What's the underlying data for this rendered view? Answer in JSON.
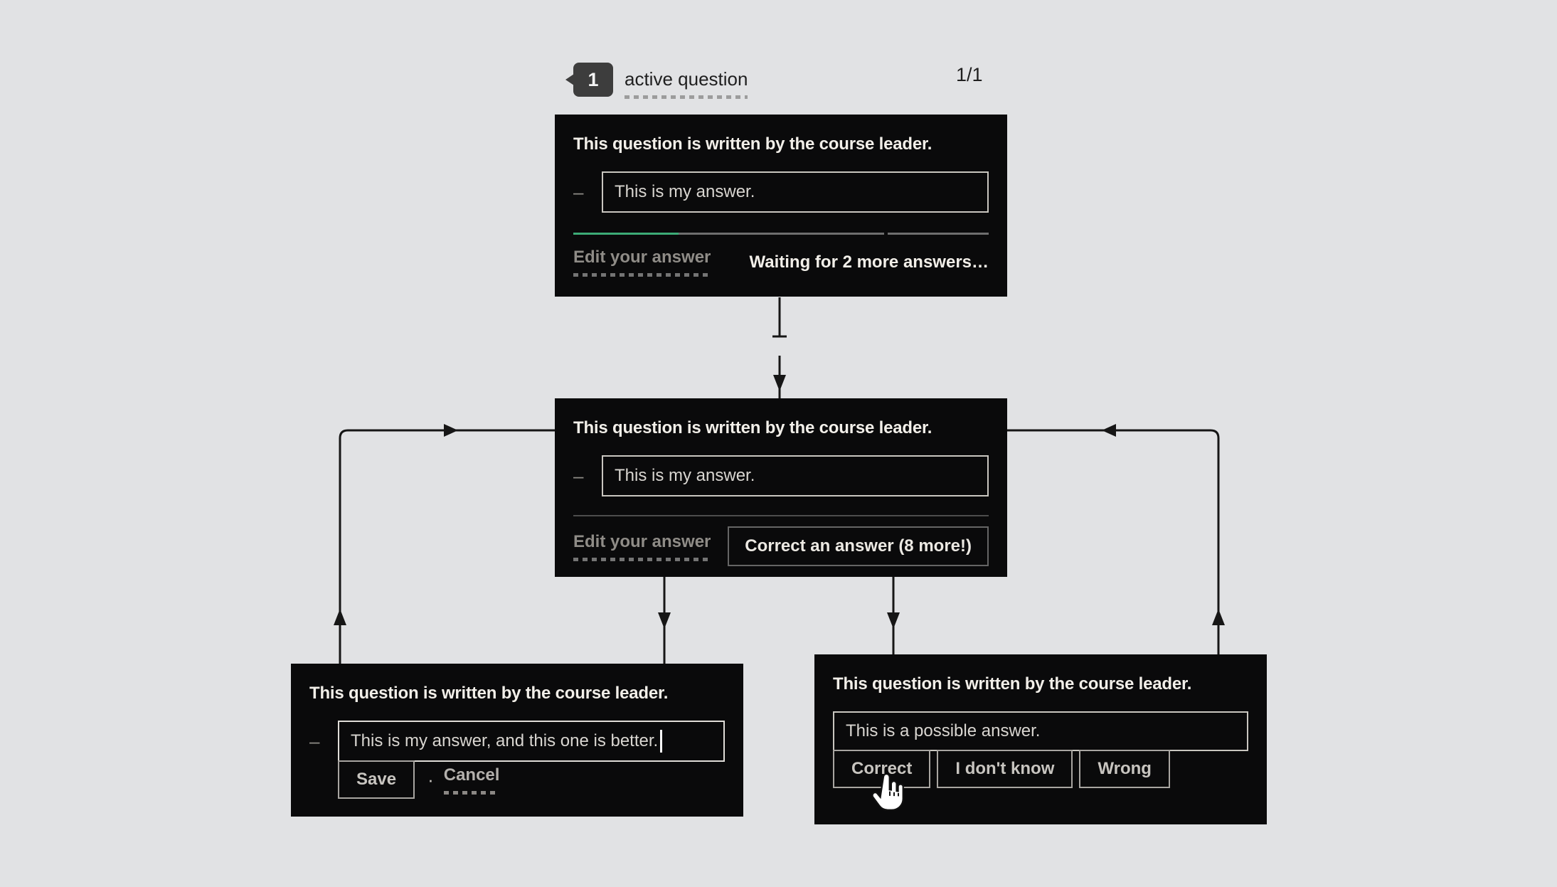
{
  "header": {
    "badge_number": "1",
    "label": "active question",
    "counter": "1/1"
  },
  "ui": {
    "dash": "–",
    "separator": "·"
  },
  "cards": {
    "waiting": {
      "question": "This question is written by the course leader.",
      "answer": "This is my answer.",
      "edit_link": "Edit your answer",
      "status": "Waiting for 2 more answers…",
      "progress": {
        "green_width": "25.4%",
        "gray1_width": "49.5%",
        "gap_width": "0.8%",
        "gray2_width": "24.3%"
      }
    },
    "correcting": {
      "question": "This question is written by the course leader.",
      "answer": "This is my answer.",
      "edit_link": "Edit your answer",
      "correct_button": "Correct an answer (8 more!)"
    },
    "editing": {
      "question": "This question is written by the course leader.",
      "answer": "This is my answer, and this one is better.",
      "save_button": "Save",
      "cancel_link": "Cancel"
    },
    "reviewing": {
      "question": "This question is written by the course leader.",
      "answer": "This is a possible answer.",
      "buttons": [
        "Correct",
        "I don't know",
        "Wrong"
      ]
    }
  },
  "colors": {
    "page-bg": "#e1e2e4",
    "card-bg": "#0a0a0b",
    "card-text": "#f2efe9",
    "input-text": "#d9d6d1",
    "input-border": "#c9c6c0",
    "input-border-focus": "#e0ddd8",
    "muted": "#8f8c87",
    "dot-dark": "#747474",
    "dot-light": "#9c9c9c",
    "divider": "#4d4d4d",
    "big-btn-border": "#656565",
    "big-btn-text": "#ece9e3",
    "small-btn-border": "#a8a5a1",
    "small-btn-text": "#c8c5c0",
    "progress-green": "#3dab77",
    "progress-gray": "#6e6e6e",
    "line": "#161616",
    "badge-bg": "#3d3d3d",
    "header-text": "#1f1f1f",
    "caret": "#fafafa"
  }
}
